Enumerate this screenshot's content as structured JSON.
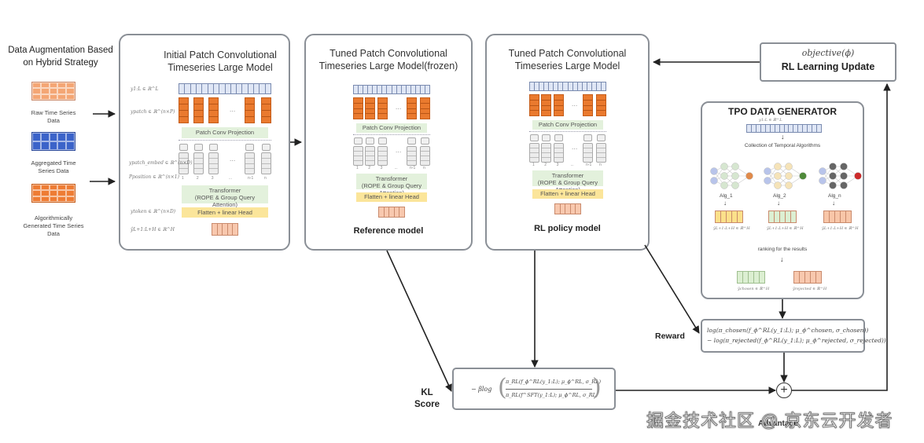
{
  "data_augmentation": {
    "title": "Data Augmentation Based on Hybrid Strategy",
    "items": [
      {
        "label": "Raw Time Series Data",
        "color": "#f4a674"
      },
      {
        "label": "Aggregated Time Series Data",
        "color": "#3b63c9"
      },
      {
        "label": "Algorithmically Generated Time Series Data",
        "color": "#ee7c34"
      }
    ]
  },
  "panels": {
    "initial": {
      "title_line1": "Initial Patch Convolutional",
      "title_line2": "Timeseries Large Model",
      "footer": ""
    },
    "reference": {
      "title_line1": "Tuned Patch Convolutional",
      "title_line2": "Timeseries Large Model(frozen)",
      "footer": "Reference model"
    },
    "policy": {
      "title_line1": "Tuned Patch Convolutional",
      "title_line2": "Timeseries Large Model",
      "footer": "RL policy model"
    }
  },
  "model_blocks": {
    "patch_conv": "Patch Conv Projection",
    "transformer_line1": "Transformer",
    "transformer_line2": "(ROPE  & Group Query Attention)",
    "head": "Flatten + linear Head",
    "ellipsis": "...",
    "token_indices": [
      "1",
      "2",
      "3",
      "...",
      "n-1",
      "n"
    ]
  },
  "side_labels": [
    "y1:L ∈ ℝ^L",
    "ypatch ∈ ℝ^(n×P)",
    "ypatch_embed ∈ ℝ^(n×D)",
    "Pposition ∈ ℝ^(n×1)",
    "ytoken ∈ ℝ^(n×D)",
    "ŷL+1:L+H ∈ ℝ^H"
  ],
  "rl_update": {
    "objective": "objective(ϕ)",
    "label": "RL Learning Update"
  },
  "tpo": {
    "title": "TPO DATA GENERATOR",
    "input_label": "y1:L ∈ ℝ^L",
    "collection_label": "Collection of Temporal Algorithms",
    "algorithms": [
      {
        "name": "Alg_1",
        "out_color": "#fbe08a",
        "node_color": "#e08a4a",
        "output": "ŷL+1:L+H ∈ ℝ^H"
      },
      {
        "name": "Alg_2",
        "out_color": "#dcefd2",
        "node_color": "#4f8a3a",
        "output": "ŷL+1:L+H ∈ ℝ^H"
      },
      {
        "name": "Alg_n",
        "out_color": "#f8c6a8",
        "node_color": "#cc2a2a",
        "output": "ŷL+1:L+H ∈ ℝ^H"
      }
    ],
    "ranking_label": "ranking for the results",
    "chosen_label": "ŷchosen ∈ ℝ^H",
    "rejected_label": "ŷrejected ∈ ℝ^H"
  },
  "reward": {
    "label": "Reward",
    "line1": "log(π_chosen(f_ϕ^RL(y_1:L); μ_ϕ^chosen, σ_chosen))",
    "line2": "− log(π_rejected(f_ϕ^RL(y_1:L); μ_ϕ^rejected, σ_rejected))"
  },
  "kl": {
    "label_line1": "KL",
    "label_line2": "Score",
    "prefix": "− βlog",
    "numerator": "π_RL(f_ϕ^RL(y_1:L); μ_ϕ^RL, σ_RL)",
    "denominator": "π_RL(f^SFT(y_1:L); μ_ϕ^RL, σ_RL)"
  },
  "advantage": {
    "symbol": "+",
    "label": "Advantage"
  },
  "watermark": "掘金技术社区 @ 京东云开发者",
  "colors": {
    "border": "#8a8f96",
    "orange": "#ea7a2e",
    "blue": "#3b63c9",
    "green_block": "#e3f1dc",
    "yellow_block": "#fbe59a",
    "peach": "#f8c8ae"
  }
}
